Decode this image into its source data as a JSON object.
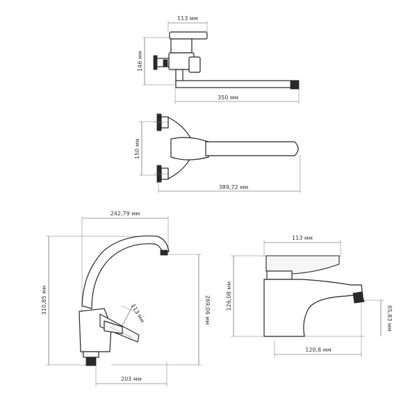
{
  "dimensions": {
    "view1_width": "113 мм",
    "view1_height": "146 мм",
    "view1_length": "350 мм",
    "view2_height": "150 мм",
    "view2_length": "389,72 мм",
    "view3_width": "242,79 мм",
    "view3_height_total": "310,85 мм",
    "view3_height_spout": "269,06 мм",
    "view3_handle": "113 мм",
    "view3_base": "203 мм",
    "view4_width": "113 мм",
    "view4_height": "126,08 мм",
    "view4_spout_height": "65,83 мм",
    "view4_reach": "120,8 мм"
  }
}
